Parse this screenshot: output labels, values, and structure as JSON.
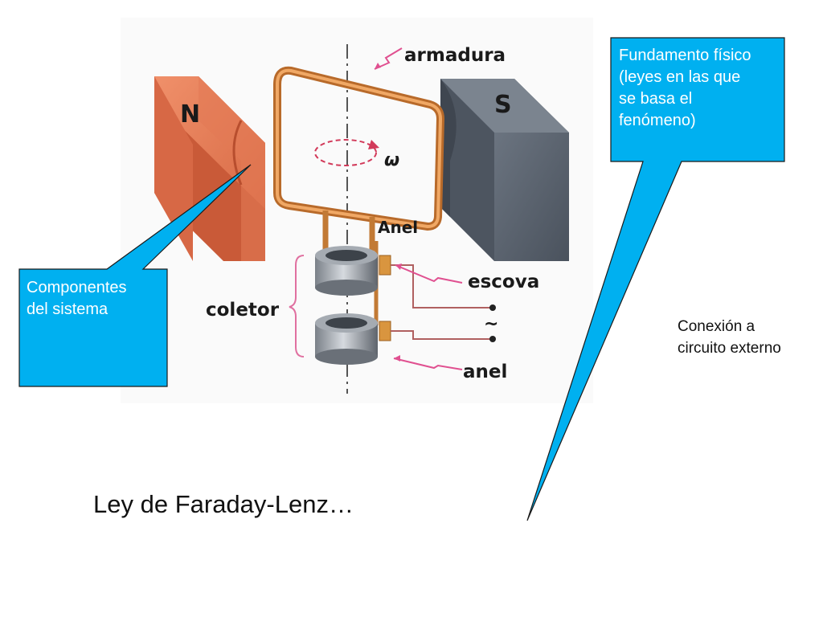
{
  "labels": {
    "armadura": "armadura",
    "north": "N",
    "south": "S",
    "omega": "ω",
    "anel_top": "Anel",
    "escova": "escova",
    "coletor": "coletor",
    "tilde": "~",
    "anel_bottom": "anel"
  },
  "callouts": {
    "fundamento": [
      "Fundamento físico",
      "(leyes en las que",
      "se basa el",
      "fenómeno)"
    ],
    "componentes": [
      "Componentes",
      "del sistema"
    ]
  },
  "notes": {
    "conexion": [
      "Conexión a",
      "circuito externo"
    ]
  },
  "title": "Ley de Faraday-Lenz…",
  "colors": {
    "callout_fill": "#00b0f0",
    "magnet_north": "#e8825e",
    "magnet_south": "#5c6573",
    "copper": "#d08840",
    "arrow_pink": "#e05090"
  }
}
